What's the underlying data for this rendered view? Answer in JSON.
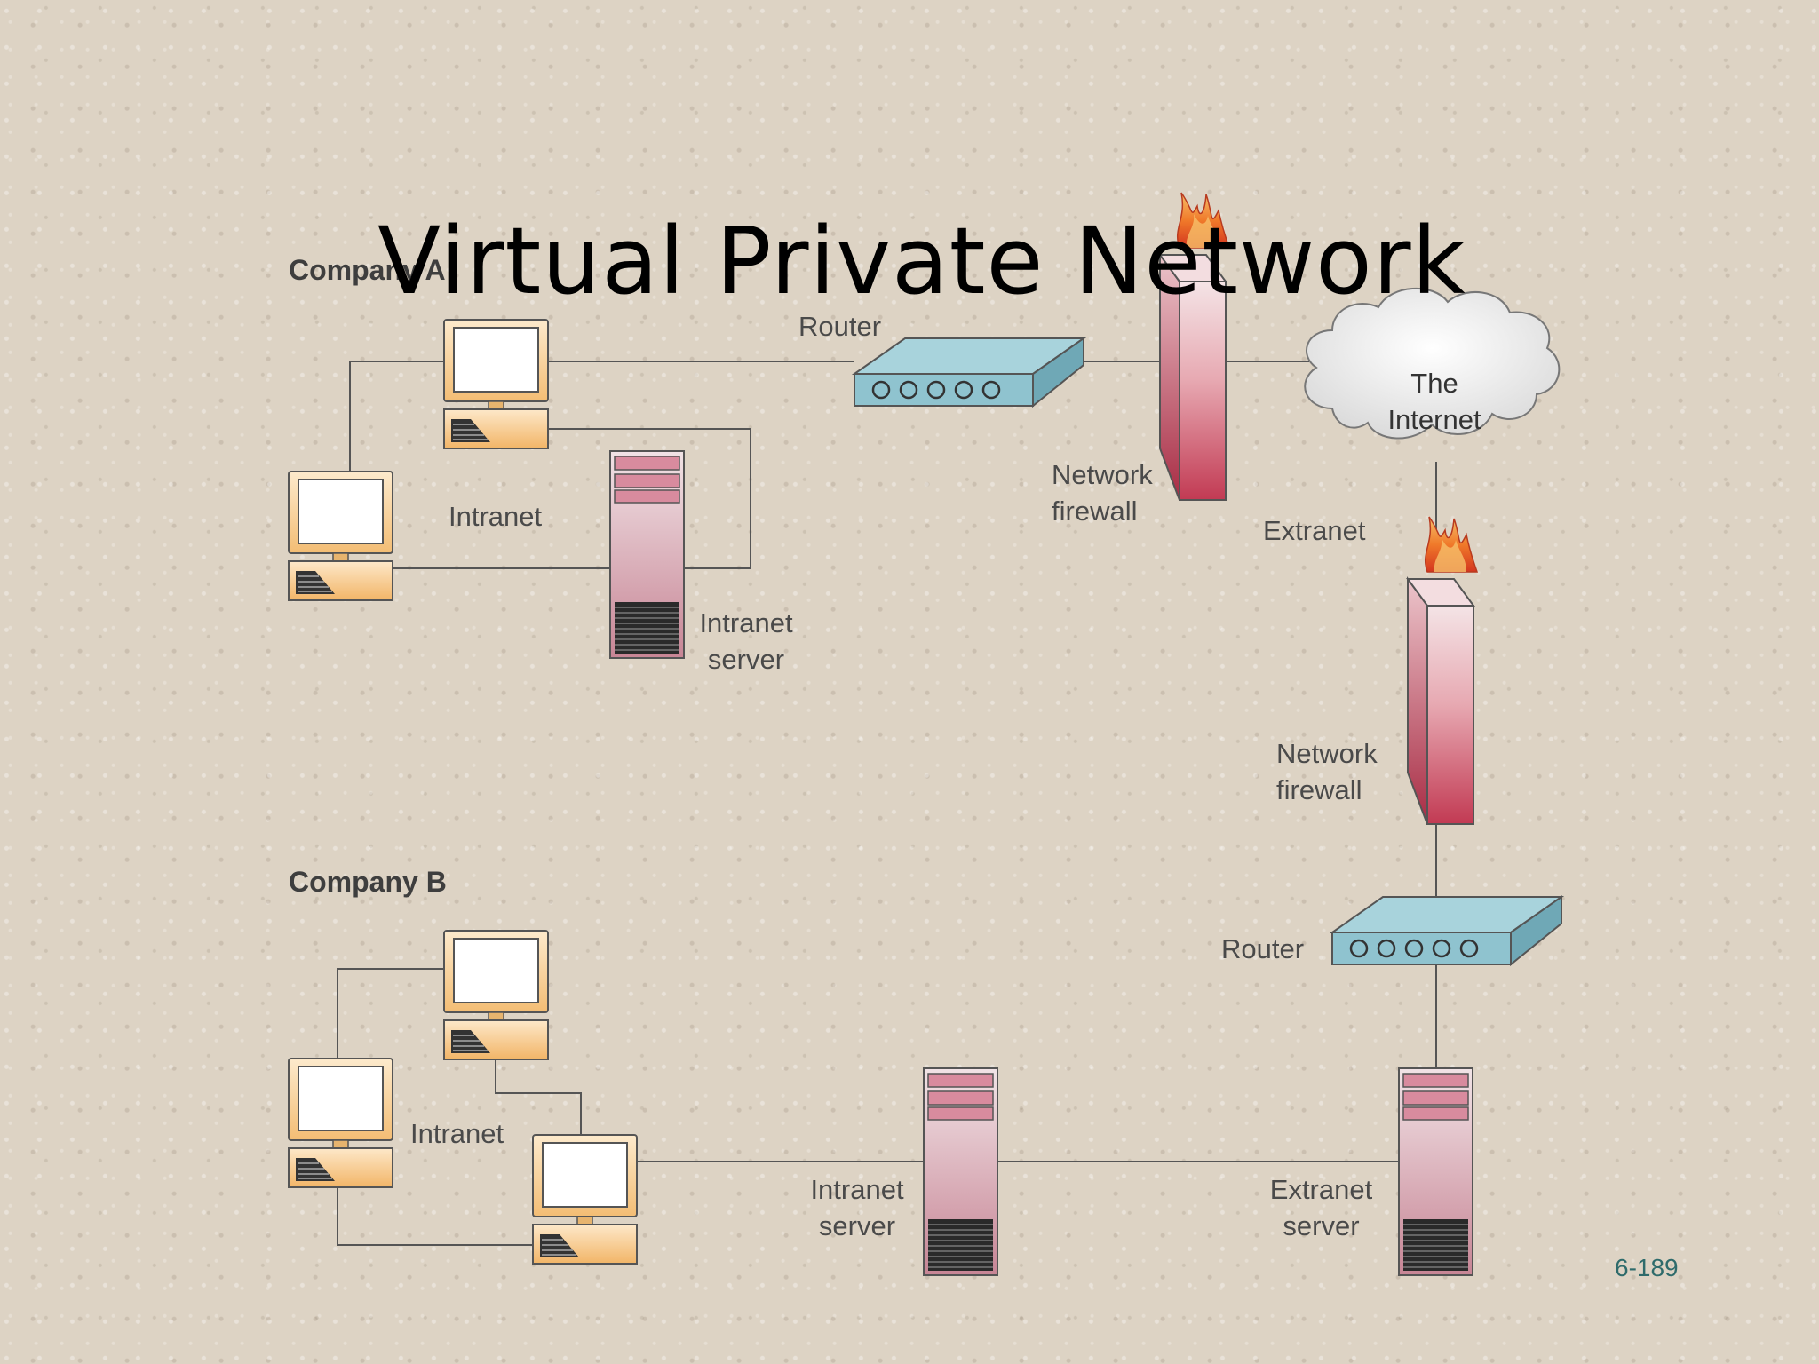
{
  "slide": {
    "title": "Virtual Private Network",
    "slide_number": "6-189"
  },
  "company_a": {
    "name": "Company A",
    "intranet_label": "Intranet",
    "server_label": [
      "Intranet",
      "server"
    ],
    "router_label": "Router",
    "firewall_label": [
      "Network",
      "firewall"
    ]
  },
  "internet": {
    "label": [
      "The",
      "Internet"
    ],
    "extranet_label": "Extranet"
  },
  "company_b": {
    "name": "Company B",
    "intranet_label": "Intranet",
    "firewall_label": [
      "Network",
      "firewall"
    ],
    "router_label": "Router",
    "intranet_server_label": [
      "Intranet",
      "server"
    ],
    "extranet_server_label": [
      "Extranet",
      "server"
    ]
  },
  "colors": {
    "background": "#ddd3c4",
    "line": "#555555",
    "router": "#8fc3cf",
    "firewall": "#c24a5e",
    "server": "#c98a9a",
    "computer_base": "#f6c27c",
    "slide_number": "#2e6b6b"
  }
}
